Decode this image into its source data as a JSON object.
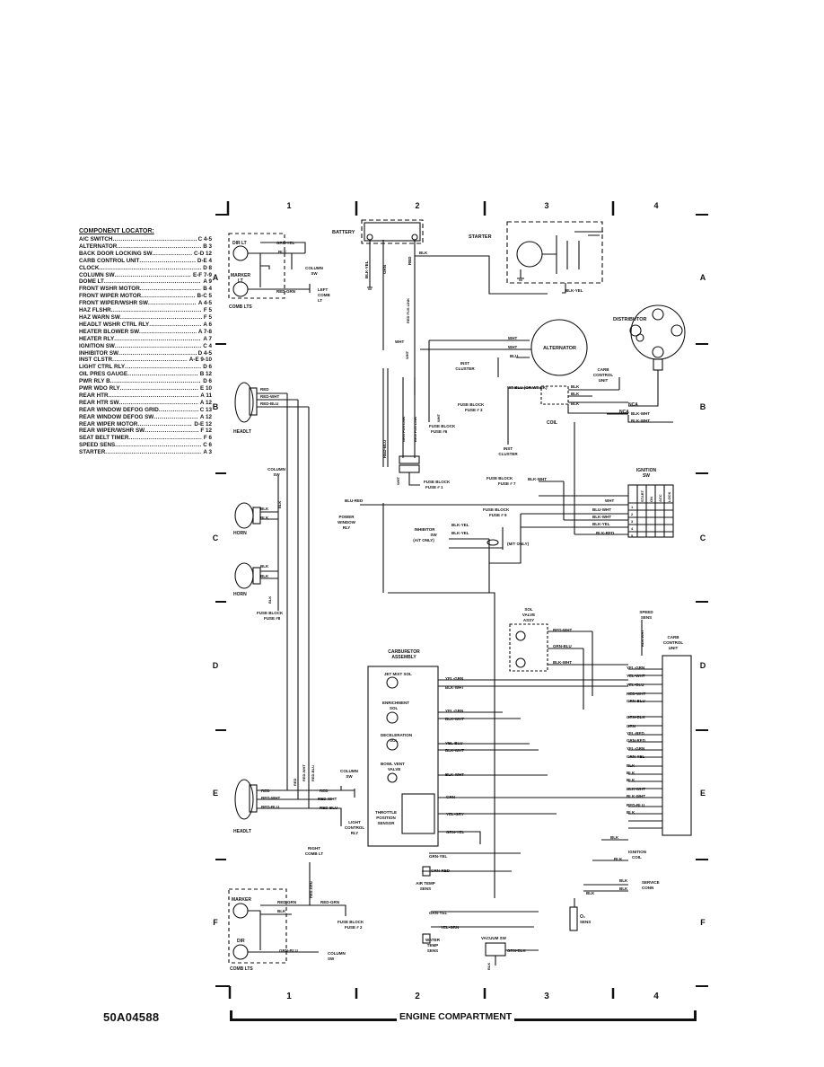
{
  "grid": {
    "columns": [
      "1",
      "2",
      "3",
      "4"
    ],
    "rows": [
      "A",
      "B",
      "C",
      "D",
      "E",
      "F"
    ]
  },
  "locator": {
    "title": "COMPONENT LOCATOR:",
    "items": [
      {
        "name": "A/C SWITCH",
        "code": "C 4-5"
      },
      {
        "name": "ALTERNATOR",
        "code": "B 3"
      },
      {
        "name": "BACK DOOR LOCKING SW",
        "code": "C-D 12"
      },
      {
        "name": "CARB CONTROL UNIT",
        "code": "D-E 4"
      },
      {
        "name": "CLOCK",
        "code": "D 8"
      },
      {
        "name": "COLUMN SW",
        "code": "E-F 7-9"
      },
      {
        "name": "DOME LT",
        "code": "A 9"
      },
      {
        "name": "FRONT WSHR MOTOR",
        "code": "B 4"
      },
      {
        "name": "FRONT WIPER MOTOR",
        "code": "B-C 5"
      },
      {
        "name": "FRONT WIPER/WSHR SW",
        "code": "A 4-5"
      },
      {
        "name": "HAZ FLSHR",
        "code": "F 5"
      },
      {
        "name": "HAZ WARN SW",
        "code": "F 5"
      },
      {
        "name": "HEADLT WSHR CTRL RLY",
        "code": "A 6"
      },
      {
        "name": "HEATER BLOWER SW",
        "code": "A 7-8"
      },
      {
        "name": "HEATER RLY",
        "code": "A 7"
      },
      {
        "name": "IGNITION SW",
        "code": "C 4"
      },
      {
        "name": "INHIBITOR SW",
        "code": "D 4-5"
      },
      {
        "name": "INST CLSTR",
        "code": "A-E 9-10"
      },
      {
        "name": "LIGHT CTRL RLY",
        "code": "D 6"
      },
      {
        "name": "OIL PRES GAUGE",
        "code": "B 12"
      },
      {
        "name": "PWR RLY B",
        "code": "D 6"
      },
      {
        "name": "PWR WDO RLY",
        "code": "E 10"
      },
      {
        "name": "REAR HTR",
        "code": "A 11"
      },
      {
        "name": "REAR HTR SW",
        "code": "A 12"
      },
      {
        "name": "REAR WINDOW DEFOG GRID",
        "code": "C 13"
      },
      {
        "name": "REAR WINDOW DEFOG SW",
        "code": "A 12"
      },
      {
        "name": "REAR WIPER MOTOR",
        "code": "D-E 12"
      },
      {
        "name": "REAR WIPER/WSHR SW",
        "code": "F 12"
      },
      {
        "name": "SEAT BELT TIMER",
        "code": "F 6"
      },
      {
        "name": "SPEED SENS",
        "code": "C 6"
      },
      {
        "name": "STARTER",
        "code": "A 3"
      }
    ]
  },
  "components": {
    "battery": "BATTERY",
    "starter": "STARTER",
    "distributor": "DISTRIBUTOR",
    "alternator": "ALTERNATOR",
    "inst_cluster": [
      "INST",
      "CLUSTER"
    ],
    "carb_control_unit_b": [
      "CARB",
      "CONTROL",
      "UNIT"
    ],
    "coil": "COIL",
    "ignition_sw": [
      "IGNITION",
      "SW"
    ],
    "ignition_cols": [
      "START",
      "ON",
      "ACC",
      "LOCK"
    ],
    "ignition_rows": [
      "1",
      "2",
      "3",
      "4",
      "5"
    ],
    "comb_lts": "COMB LTS",
    "dir_lt": "DIR LT",
    "marker_lt": [
      "MARKER",
      "LT"
    ],
    "headlt": "HEADLT",
    "horn": "HORN",
    "column_sw": [
      "COLUMN",
      "SW"
    ],
    "left_comb_lt": [
      "LEFT",
      "COMB",
      "LT"
    ],
    "power_window_rly": [
      "POWER",
      "WINDOW",
      "RLY"
    ],
    "inhibitor_sw": [
      "INHIBITOR",
      "SW",
      "(A/T ONLY)"
    ],
    "mt_only": "(M/T ONLY)",
    "sol_valve_assy": [
      "SOL",
      "VALVE",
      "ASSY"
    ],
    "carb_assembly": [
      "CARBURETOR",
      "ASSEMBLY"
    ],
    "jet_mixt_sol": "JET MIXT SOL",
    "enrichment_sol": [
      "ENRICHMENT",
      "SOL"
    ],
    "deceleration_sol": [
      "DECELERATION",
      "SOL"
    ],
    "bowl_vent_valve": [
      "BOWL VENT",
      "VALVE"
    ],
    "throttle_sensor": [
      "THROTTLE",
      "POSITION",
      "SENSOR"
    ],
    "speed_sens": [
      "SPEED",
      "SENS"
    ],
    "carb_control_unit_d": [
      "CARB",
      "CONTROL",
      "UNIT"
    ],
    "light_control_rly": [
      "LIGHT",
      "CONTROL",
      "RLY"
    ],
    "right_comb_lt": [
      "RIGHT",
      "COMB LT"
    ],
    "marker": "MARKER",
    "dir": "DIR",
    "air_temp_sens": [
      "AIR TEMP",
      "SENS"
    ],
    "water_temp_sens": [
      "WATER",
      "TEMP",
      "SENS"
    ],
    "vacuum_sw": "VACUUM SW",
    "o2_sens": [
      "O₂",
      "SENS"
    ],
    "ignition_coil": [
      "IGNITION",
      "COIL"
    ],
    "service_conn": [
      "SERVICE",
      "CONN"
    ],
    "nca": "NCA",
    "fuse_block_3": [
      "FUSE BLOCK",
      "FUSE # 3"
    ],
    "fuse_block_6": [
      "FUSE BLOCK",
      "FUSE #6"
    ],
    "fuse_block_1": [
      "FUSE BLOCK",
      "FUSE # 1"
    ],
    "fuse_block_7": "FUSE BLOCK",
    "fuse_block_7b": "FUSE # 7",
    "fuse_block_9": [
      "FUSE BLOCK",
      "FUSE # 9"
    ],
    "fuse_block_8": [
      "FUSE BLOCK",
      "FUSE #8"
    ],
    "fuse_block_2": [
      "FUSE BLOCK",
      "FUSE # 2"
    ]
  },
  "wires": {
    "grn_yel": "GRN-YEL",
    "blk": "BLK",
    "red_grn": "RED-GRN",
    "blk_yel": "BLK-YEL",
    "grn": "GRN",
    "red": "RED",
    "red_fus_link": "RED FUS LINK",
    "wht": "WHT",
    "blu": "BLU",
    "wht_blu": "WT-BLU (OR WT-BK)",
    "blk_wht": "BLK-WHT",
    "red_blu": "RED-BLU",
    "red_wht": "RED-WHT",
    "grn_fus_link": "GRN FUS LINK",
    "brn_fus_link": "BRN FUS LINK",
    "blu_red": "BLU-RED",
    "blu_wht": "BLU-WHT",
    "grn_blu": "GRN-BLU",
    "blu_yel": "BLU-YEL",
    "yel_grn": "YEL-GRN",
    "yel_wht": "YEL-WHT",
    "yel_blu": "YEL-BLU",
    "grn_blk": "GRN-BLK",
    "yel_red": "YEL-RED",
    "grn_red": "GRN-RED",
    "yel_gry": "YEL-GRY",
    "grn_yel2": "GRN-YEL",
    "yel_grn2": "YEL-GRN",
    "blk_red": "BLK-RED"
  },
  "footer": {
    "code": "50A04588",
    "title": "ENGINE COMPARTMENT"
  }
}
